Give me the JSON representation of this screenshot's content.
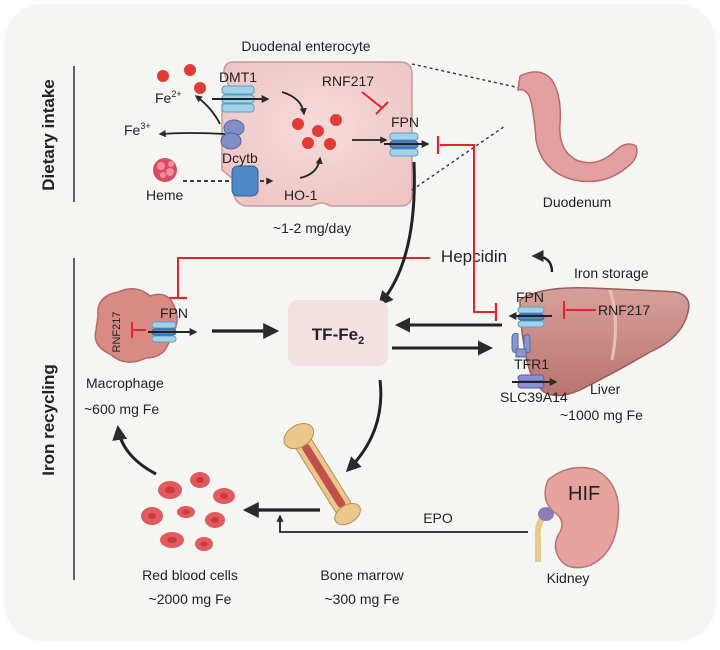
{
  "sections": {
    "dietary": "Dietary intake",
    "recycling": "Iron recycling"
  },
  "enterocyte": {
    "title": "Duodenal enterocyte",
    "dmt1": "DMT1",
    "rnf217": "RNF217",
    "fpn": "FPN",
    "dcytb": "Dcytb",
    "ho1": "HO-1",
    "fe2_base": "Fe",
    "fe2_sup": "2+",
    "fe3_base": "Fe",
    "fe3_sup": "3+",
    "heme": "Heme",
    "intake": "~1-2 mg/day"
  },
  "duodenum": "Duodenum",
  "hepcidin": "Hepcidin",
  "macrophage": {
    "rnf217": "RNF217",
    "fpn": "FPN",
    "name": "Macrophage",
    "amount": "~600 mg Fe"
  },
  "tf": {
    "base": "TF-Fe",
    "sub": "2"
  },
  "liver": {
    "storage": "Iron storage",
    "fpn": "FPN",
    "rnf217": "RNF217",
    "tfr1": "TFR1",
    "slc": "SLC39A14",
    "name": "Liver",
    "amount": "~1000 mg Fe"
  },
  "kidney": {
    "hif": "HIF",
    "name": "Kidney",
    "epo": "EPO"
  },
  "rbc": {
    "name": "Red blood cells",
    "amount": "~2000 mg Fe"
  },
  "marrow": {
    "name": "Bone marrow",
    "amount": "~300 mg Fe"
  },
  "colors": {
    "inhibit": "#e2252b",
    "arrow": "#2b2b2b",
    "cell": "#f1cccc",
    "iron": "#e23b35"
  }
}
